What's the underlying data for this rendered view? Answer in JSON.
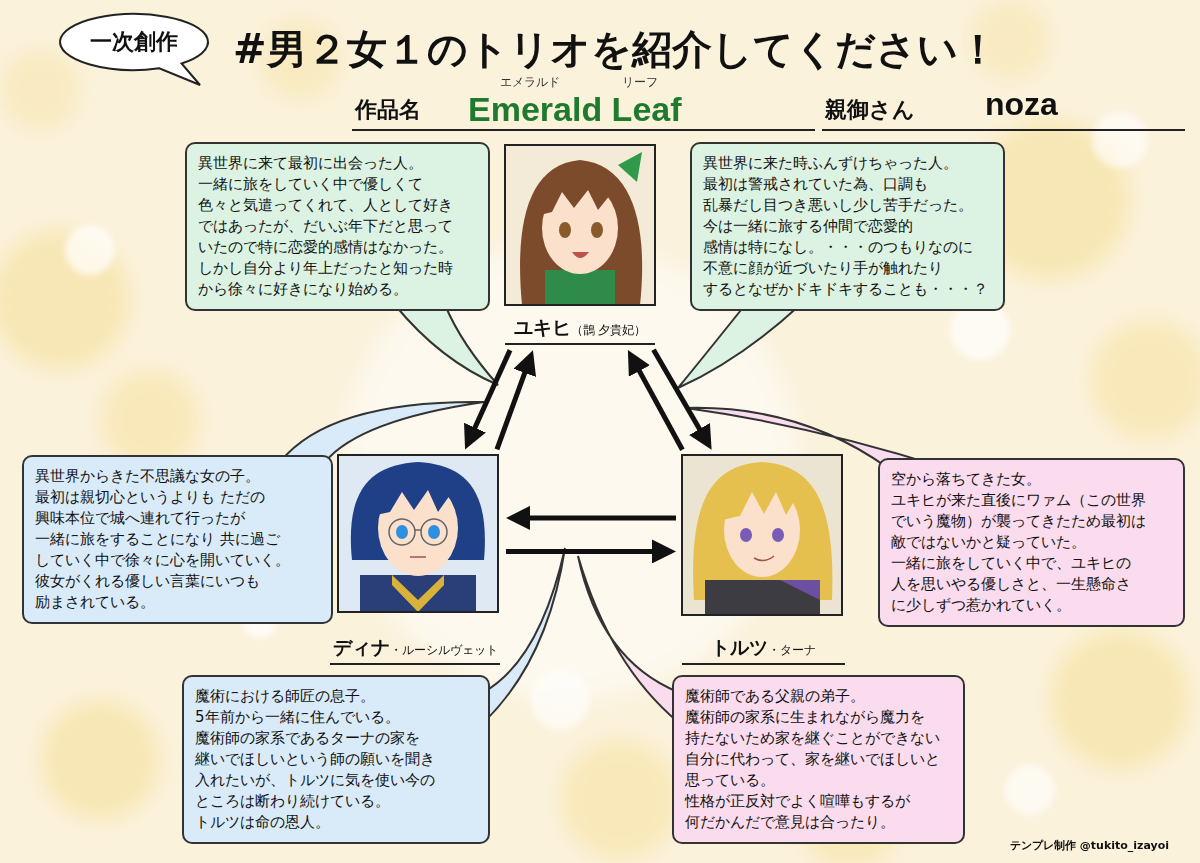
{
  "diagram": {
    "title": "#男２女１のトリオを紹介してください！",
    "nodes": [
      {
        "text": [
          "一次創作"
        ]
      },
      {
        "text": [
          "異世界に来て最初に出会った人。 一緒に旅をしていく中で優しくて 色々と気遣ってくれて、人として好き ではあったが、だいぶ年下だと思って いたので特に恋愛的感情はなかった。 しかし自分より年上だったと知った時 から徐々に好きになり始める。"
        ]
      },
      {
        "text": [
          "ユキヒ",
          "（鵲 夕貴妃）"
        ]
      },
      {
        "text": [
          "異世界に来た時ふんずけちゃった人。 最初は警戒されていた為、口調も 乱暴だし目つき悪いし少し苦手だった。 今は一緒に旅する仲間で恋愛的 感情は特になし。・・・のつもりなのに 不意に顔が近づいたり手が触れたり するとなぜかドキドキすることも・・・？"
        ]
      },
      {
        "text": [
          "異世界からきた不思議な女の子。 最初は親切心というよりも ただの 興味本位で城へ連れて行ったが 一緒に旅をすることになり 共に過ご していく中で徐々に心を開いていく。 彼女がくれる優しい言葉にいつも 励まされている。"
        ]
      },
      {
        "text": [
          "ディナ",
          "・ルーシルヴェット"
        ]
      },
      {
        "text": [
          "トルツ",
          "・ターナ"
        ]
      },
      {
        "text": [
          "空から落ちてきた女。 ユキヒが来た直後にワァム（この世界 でいう魔物）が襲ってきたため最初は 敵ではないかと疑っていた。 一緒に旅をしていく中で、ユキヒの 人を思いやる優しさと、一生懸命さ に少しずつ惹かれていく。"
        ]
      },
      {
        "text": [
          "魔術における師匠の息子。 5年前から一緒に住んでいる。 魔術師の家系であるターナの家を 継いでほしいという師の願いを聞き 入れたいが、トルツに気を使い今の ところは断わり続けている。 トルツは命の恩人。"
        ]
      },
      {
        "text": [
          "魔術師である父親の弟子。 魔術師の家系に生まれながら魔力を 持たないため家を継ぐことができない 自分に代わって、家を継いでほしいと 思っている。 性格が正反対でよく喧嘩もするが 何だかんだで意見は合ったり。"
        ]
      }
    ],
    "edges": [
      {
        "from": 2,
        "to": 5,
        "arrow": "to"
      },
      {
        "from": 5,
        "to": 2,
        "arrow": "to"
      },
      {
        "from": 2,
        "to": 6,
        "arrow": "to"
      },
      {
        "from": 6,
        "to": 2,
        "arrow": "to"
      },
      {
        "from": 6,
        "to": 5,
        "arrow": "to"
      },
      {
        "from": 5,
        "to": 6,
        "arrow": "to"
      }
    ],
    "labels": [
      "作品名",
      "エメラルド",
      "リーフ",
      "Emerald Leaf",
      "親御さん",
      "noza",
      "テンプレ制作 @tukito_izayoi"
    ]
  }
}
